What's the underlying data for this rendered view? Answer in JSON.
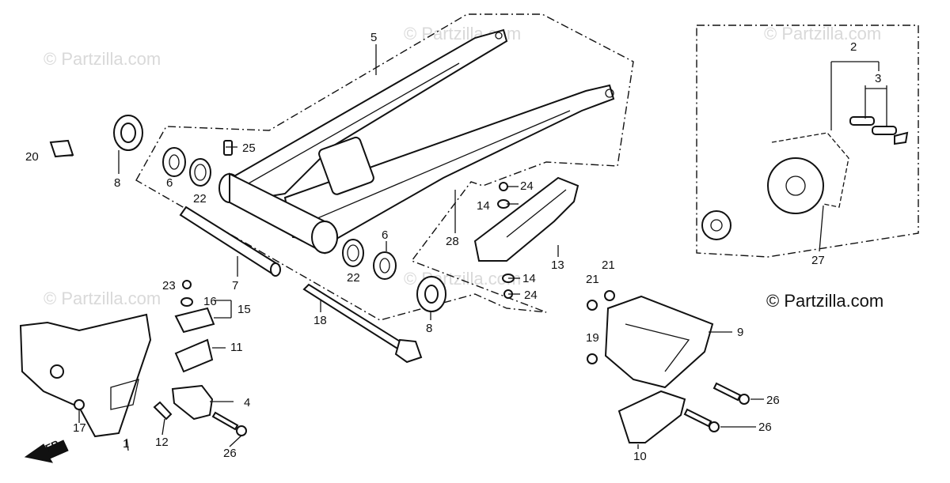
{
  "watermarks": [
    "© Partzilla.com",
    "© Partzilla.com",
    "© Partzilla.com",
    "© Partzilla.com",
    "© Partzilla.com"
  ],
  "brand_text": "© Partzilla.com",
  "direction_label": "FR.",
  "callouts": [
    "1",
    "2",
    "3",
    "4",
    "5",
    "6",
    "6",
    "7",
    "8",
    "8",
    "9",
    "10",
    "11",
    "12",
    "13",
    "14",
    "14",
    "15",
    "16",
    "17",
    "18",
    "19",
    "20",
    "21",
    "21",
    "22",
    "22",
    "23",
    "24",
    "24",
    "25",
    "26",
    "26",
    "26",
    "27",
    "28"
  ]
}
